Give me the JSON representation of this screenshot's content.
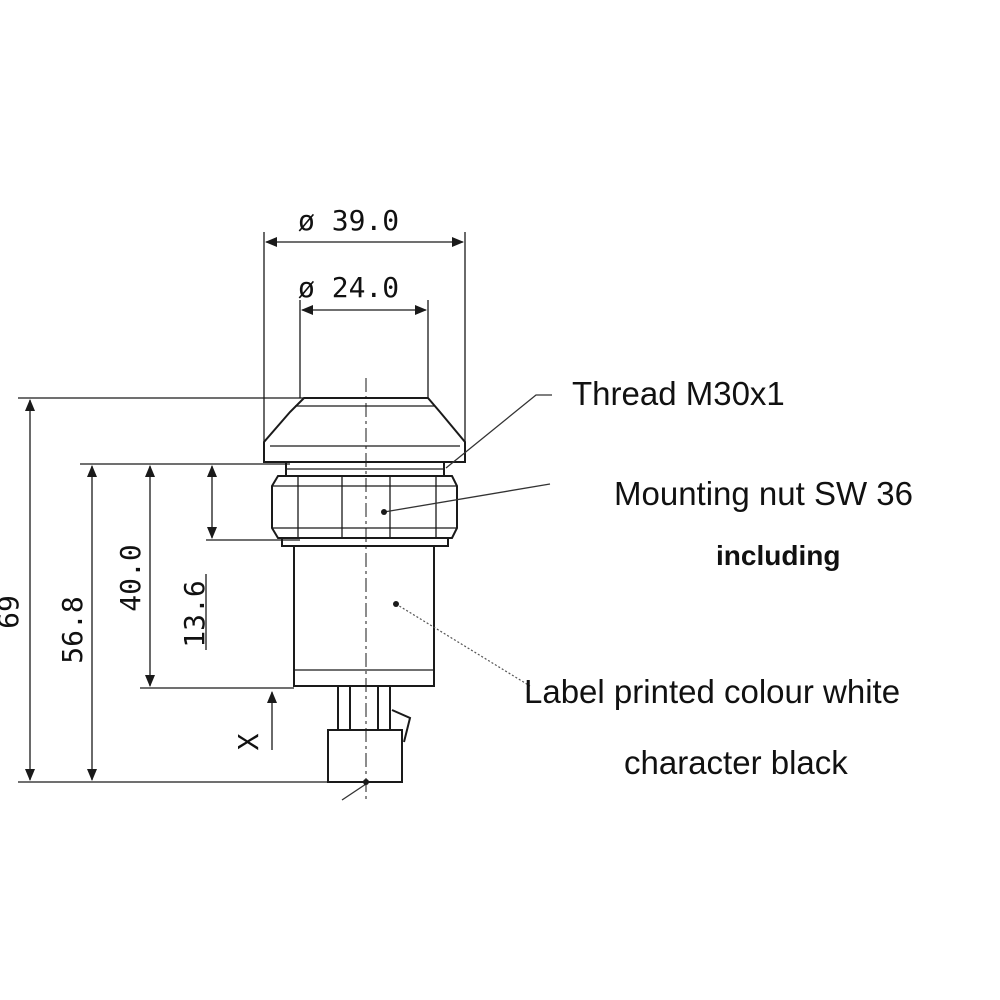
{
  "dimensions": {
    "diameter_outer": "ø 39.0",
    "diameter_inner": "ø 24.0",
    "overall_height": "69",
    "height_to_nut": "56.8",
    "body_length": "40.0",
    "nut_height": "13.6",
    "x_mark": "X"
  },
  "callouts": {
    "thread": "Thread M30x1",
    "mounting_nut": "Mounting nut SW 36",
    "including": "including",
    "label_line1": "Label printed colour white",
    "label_line2": "character black"
  }
}
